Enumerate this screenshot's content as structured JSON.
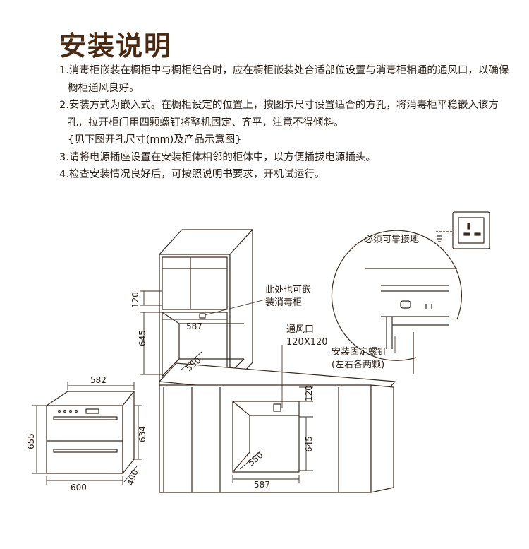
{
  "title": "安装说明",
  "steps": [
    "1.消毒柜嵌装在橱柜中与橱柜组合时，应在橱柜嵌装处合适部位设置与消毒柜相通的通风口，以确保橱柜通风良好。",
    "2.安装方式为嵌入式。在橱柜设定的位置上，按图示尺寸设置适合的方孔，将消毒柜平稳嵌入该方孔，拉开柜门用四颗螺钉将整机固定、齐平，注意不得倾斜。",
    "3.请将电源插座设置在安装柜体相邻的柜体中，以方便插拔电源插头。",
    "4.检查安装情况良好后，可按照说明书要求，开机试运行。"
  ],
  "step2_note": "{见下图开孔尺寸(mm)及产品示意图}",
  "labels": {
    "ground": "必须可靠接地",
    "alt_install_line1": "此处也可嵌",
    "alt_install_line2": "装消毒柜",
    "vent_line1": "通风口",
    "vent_line2": "120X120",
    "screws_line1": "安装固定螺钉",
    "screws_line2": "(左右各两颗)"
  },
  "dimensions": {
    "upper_top": "120",
    "upper_height": "645",
    "upper_width": "587",
    "upper_depth": "550",
    "lower_top": "120",
    "lower_height": "645",
    "lower_width": "587",
    "lower_depth": "550",
    "product_width_top": "582",
    "product_width_bottom": "600",
    "product_height_left": "655",
    "product_height_right": "634",
    "product_depth": "490"
  }
}
